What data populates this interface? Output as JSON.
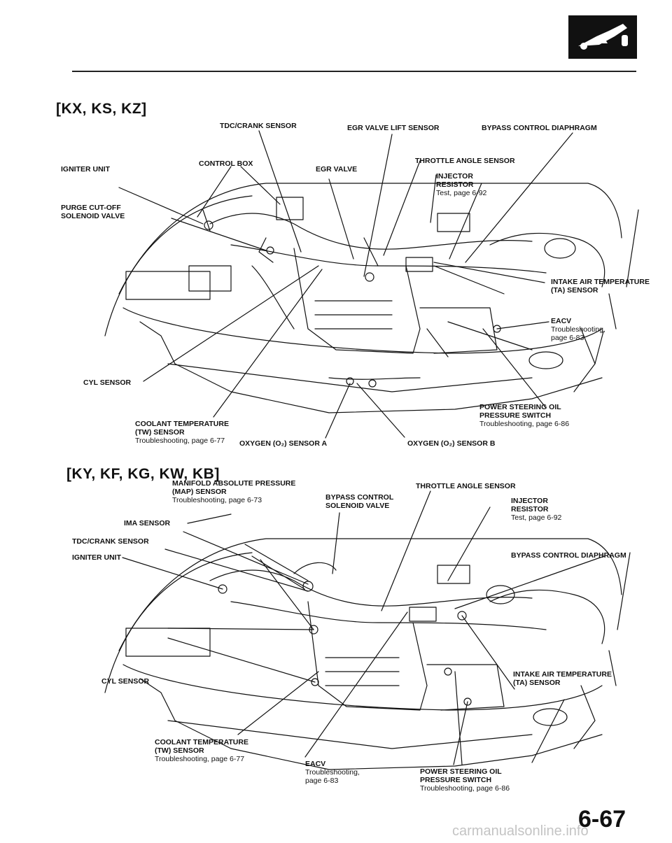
{
  "section_a": {
    "heading": "[KX, KS, KZ]",
    "labels": {
      "tdc_crank": "TDC/CRANK SENSOR",
      "egr_lift": "EGR VALVE LIFT SENSOR",
      "bypass_diaphragm": "BYPASS CONTROL DIAPHRAGM",
      "control_box": "CONTROL BOX",
      "throttle_angle": "THROTTLE ANGLE SENSOR",
      "igniter": "IGNITER UNIT",
      "egr_valve": "EGR VALVE",
      "injector_resistor_1": "INJECTOR",
      "injector_resistor_2": "RESISTOR",
      "injector_test": "Test, page 6-92",
      "purge_1": "PURGE CUT-OFF",
      "purge_2": "SOLENOID VALVE",
      "intake_air_1": "INTAKE AIR TEMPERATURE",
      "intake_air_2": "(TA) SENSOR",
      "eacv": "EACV",
      "eacv_ts_1": "Troubleshooting,",
      "eacv_ts_2": "page 6-83",
      "cyl": "CYL SENSOR",
      "ps_1": "POWER STEERING OIL",
      "ps_2": "PRESSURE SWITCH",
      "ps_ts": "Troubleshooting, page 6-86",
      "coolant_1": "COOLANT TEMPERATURE",
      "coolant_2": "(TW) SENSOR",
      "coolant_ts": "Troubleshooting, page 6-77",
      "oxygen_a": "OXYGEN (O₂) SENSOR A",
      "oxygen_b": "OXYGEN (O₂) SENSOR B"
    }
  },
  "section_b": {
    "heading": "[KY, KF, KG, KW, KB]",
    "labels": {
      "map_1": "MANIFOLD ABSOLUTE PRESSURE",
      "map_2": "(MAP) SENSOR",
      "map_ts": "Troubleshooting, page 6-73",
      "throttle_angle": "THROTTLE ANGLE SENSOR",
      "bypass_sol_1": "BYPASS CONTROL",
      "bypass_sol_2": "SOLENOID VALVE",
      "injector_resistor_1": "INJECTOR",
      "injector_resistor_2": "RESISTOR",
      "injector_test": "Test, page 6-92",
      "ima": "IMA SENSOR",
      "tdc_crank": "TDC/CRANK SENSOR",
      "bypass_diaphragm": "BYPASS CONTROL DIAPHRAGM",
      "igniter": "IGNITER UNIT",
      "intake_air_1": "INTAKE AIR TEMPERATURE",
      "intake_air_2": "(TA) SENSOR",
      "cyl": "CYL SENSOR",
      "coolant_1": "COOLANT TEMPERATURE",
      "coolant_2": "(TW) SENSOR",
      "coolant_ts": "Troubleshooting, page 6-77",
      "eacv": "EACV",
      "eacv_ts_1": "Troubleshooting,",
      "eacv_ts_2": "page 6-83",
      "ps_1": "POWER STEERING OIL",
      "ps_2": "PRESSURE SWITCH",
      "ps_ts": "Troubleshooting, page 6-86"
    }
  },
  "footer": {
    "page_number": "6-67",
    "watermark": "carmanualsonline.info"
  },
  "icons": {
    "header_logo": "engine-emission-icon"
  }
}
